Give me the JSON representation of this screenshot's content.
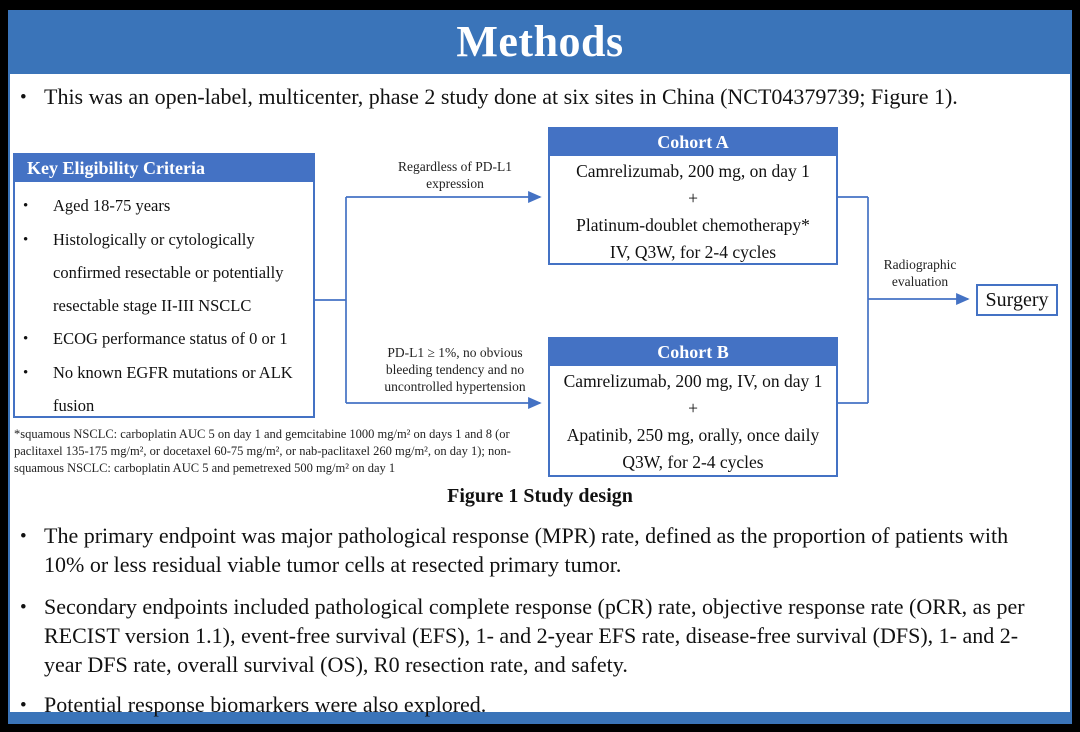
{
  "slide": {
    "title": "Methods",
    "colors": {
      "band_blue": "#3a74b9",
      "box_header_blue": "#4472c4",
      "connector_blue": "#4472c4"
    }
  },
  "intro_bullet": "This was an open-label, multicenter, phase 2 study done at six sites in China (NCT04379739; Figure 1).",
  "figure": {
    "eligibility": {
      "header": "Key Eligibility Criteria",
      "items": [
        "Aged 18-75 years",
        "Histologically or cytologically confirmed resectable or potentially resectable stage II-III NSCLC",
        "ECOG performance status of 0 or 1",
        "No known EGFR mutations or ALK fusion"
      ]
    },
    "branch_top_label": "Regardless of PD-L1\nexpression",
    "branch_bottom_label": "PD-L1 ≥ 1%, no obvious\nbleeding tendency and no\nuncontrolled hypertension",
    "cohort_a": {
      "header": "Cohort A",
      "lines": [
        "Camrelizumab, 200 mg, on day 1",
        "+",
        "Platinum-doublet chemotherapy*",
        "IV, Q3W, for 2-4 cycles"
      ]
    },
    "cohort_b": {
      "header": "Cohort B",
      "lines": [
        "Camrelizumab, 200 mg, IV, on day 1",
        "+",
        "Apatinib, 250 mg, orally, once daily",
        "Q3W, for 2-4 cycles"
      ]
    },
    "evaluation_label": "Radiographic\nevaluation",
    "surgery_label": "Surgery",
    "footnote": "*squamous NSCLC: carboplatin AUC 5 on day 1 and gemcitabine 1000 mg/m² on days 1 and 8 (or paclitaxel 135-175 mg/m², or docetaxel 60-75 mg/m², or nab-paclitaxel 260 mg/m², on day 1); non-squamous NSCLC: carboplatin AUC 5 and pemetrexed 500 mg/m² on day 1",
    "caption": "Figure 1 Study design"
  },
  "bullets": {
    "marker": "•",
    "primary": "The primary endpoint was major pathological response (MPR) rate, defined as the proportion of patients with 10% or less residual viable tumor cells at resected primary tumor.",
    "secondary": "Secondary endpoints included pathological complete response (pCR) rate, objective response rate (ORR, as per RECIST version 1.1), event-free survival (EFS), 1- and 2-year EFS rate, disease-free survival (DFS), 1- and 2-year DFS rate, overall survival (OS), R0 resection rate, and safety.",
    "biomarkers": "Potential response biomarkers were also explored."
  }
}
